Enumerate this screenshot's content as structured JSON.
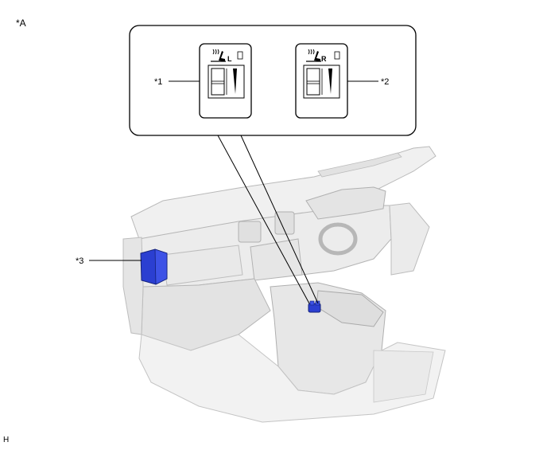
{
  "figure_label": "*A",
  "corner_mark": "H",
  "callouts": [
    {
      "id": "1",
      "label": "*1"
    },
    {
      "id": "2",
      "label": "*2"
    },
    {
      "id": "3",
      "label": "*3"
    }
  ],
  "switches": [
    {
      "side": "left",
      "side_letter": "L"
    },
    {
      "side": "right",
      "side_letter": "R"
    }
  ],
  "colors": {
    "highlight_part": "#2b3fd1",
    "line": "#000000",
    "body_shade": "#e9e9e9",
    "body_edge": "#b5b5b5"
  },
  "icons": [
    "seat-heater-icon",
    "indicator-light-icon",
    "level-wedge-icon"
  ]
}
